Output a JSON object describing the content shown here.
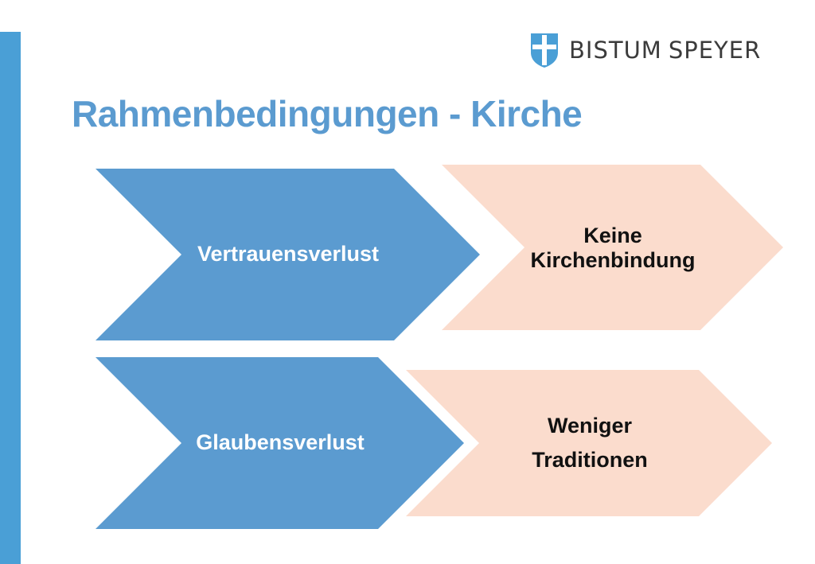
{
  "logo": {
    "word1": "BISTUM",
    "word2": "SPEYER"
  },
  "title": "Rahmenbedingungen - Kirche",
  "colors": {
    "accent": "#4a9fd6",
    "title": "#5b9bd0",
    "chevron_blue": "#5b9bd0",
    "chevron_peach": "#fbdccd"
  },
  "chevrons": [
    {
      "label": "Vertrauensverlust"
    },
    {
      "label_line1": "Keine",
      "label_line2": "Kirchenbindung"
    },
    {
      "label": "Glaubensverlust"
    },
    {
      "label_line1": "Weniger",
      "label_line2": "Traditionen"
    }
  ]
}
